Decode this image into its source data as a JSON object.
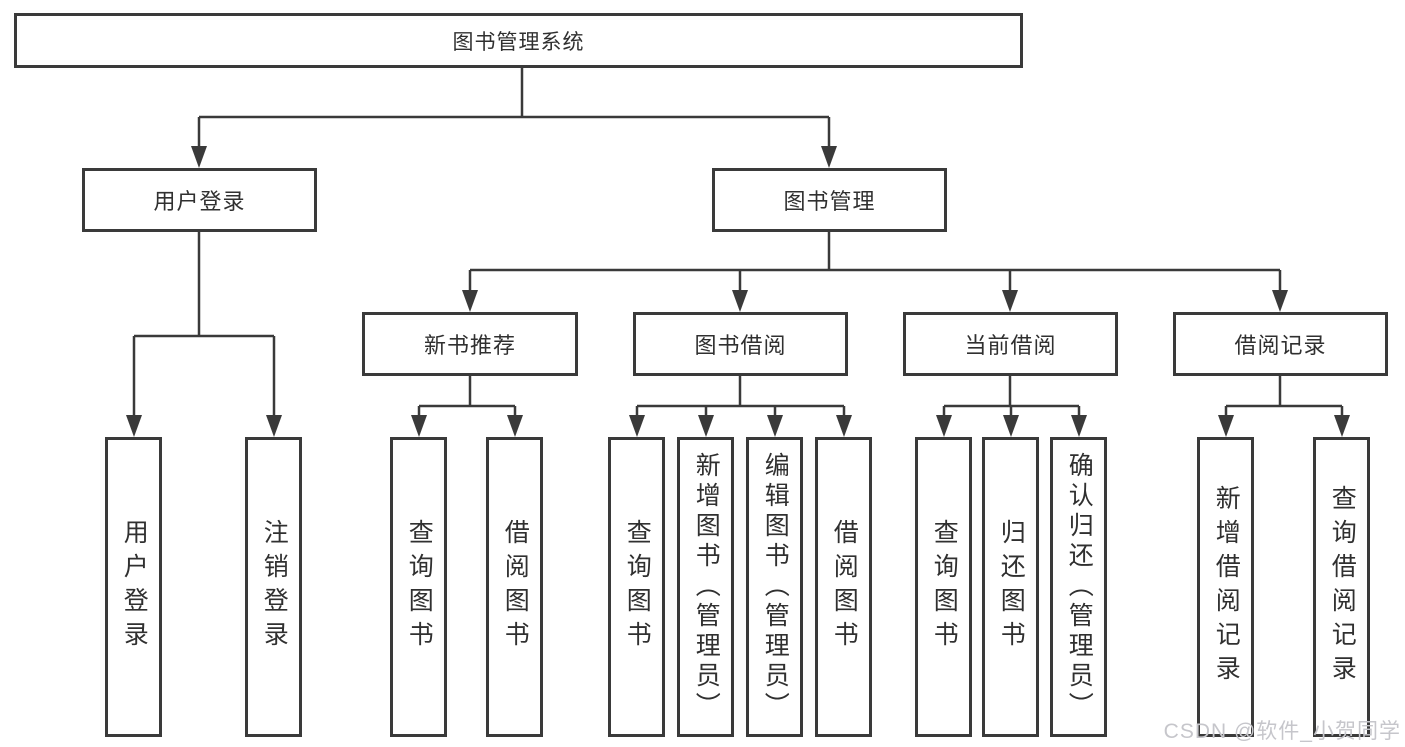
{
  "tree": {
    "root": {
      "label": "图书管理系统",
      "children": [
        {
          "label": "用户登录",
          "children": [
            {
              "label": "用户登录"
            },
            {
              "label": "注销登录"
            }
          ]
        },
        {
          "label": "图书管理",
          "children": [
            {
              "label": "新书推荐",
              "children": [
                {
                  "label": "查询图书"
                },
                {
                  "label": "借阅图书"
                }
              ]
            },
            {
              "label": "图书借阅",
              "children": [
                {
                  "label": "查询图书"
                },
                {
                  "label": "新增图书（管理员）"
                },
                {
                  "label": "编辑图书（管理员）"
                },
                {
                  "label": "借阅图书"
                }
              ]
            },
            {
              "label": "当前借阅",
              "children": [
                {
                  "label": "查询图书"
                },
                {
                  "label": "归还图书"
                },
                {
                  "label": "确认归还（管理员）"
                }
              ]
            },
            {
              "label": "借阅记录",
              "children": [
                {
                  "label": "新增借阅记录"
                },
                {
                  "label": "查询借阅记录"
                }
              ]
            }
          ]
        }
      ]
    }
  },
  "watermark": {
    "text": "CSDN @软件_小贺同学"
  },
  "colors": {
    "line": "#3a3a3a",
    "box_border": "#3a3a3a",
    "text": "#303030",
    "background": "#ffffff",
    "watermark": "#c6c6cb"
  }
}
